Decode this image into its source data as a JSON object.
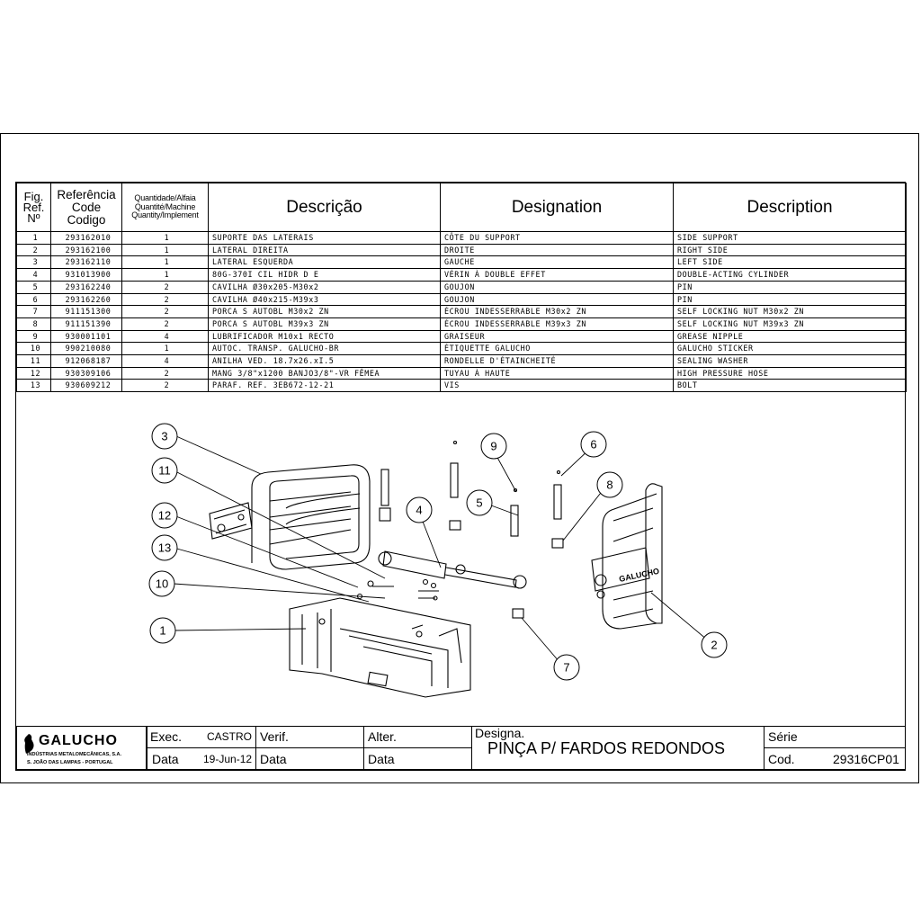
{
  "table": {
    "headers": {
      "fig": [
        "Fig.",
        "Ref.",
        "Nº"
      ],
      "ref": [
        "Referência",
        "Code",
        "Codigo"
      ],
      "qty": [
        "Quantidade/Alfaia",
        "Quantité/Machine",
        "Quantity/Implement"
      ],
      "descricao": "Descrição",
      "designation": "Designation",
      "description": "Description"
    },
    "rows": [
      {
        "fig": "1",
        "ref": "293162010",
        "qty": "1",
        "pt": "SUPORTE DAS LATERAIS",
        "fr": "CÔTE DU SUPPORT",
        "en": "SIDE SUPPORT"
      },
      {
        "fig": "2",
        "ref": "293162100",
        "qty": "1",
        "pt": "LATERAL DIREITA",
        "fr": "DROITE",
        "en": "RIGHT SIDE"
      },
      {
        "fig": "3",
        "ref": "293162110",
        "qty": "1",
        "pt": "LATERAL ESQUERDA",
        "fr": "GAUCHE",
        "en": "LEFT SIDE"
      },
      {
        "fig": "4",
        "ref": "931013900",
        "qty": "1",
        "pt": "80G-370I CIL HIDR D E",
        "fr": "VÉRIN À DOUBLE EFFET",
        "en": "DOUBLE-ACTING CYLINDER"
      },
      {
        "fig": "5",
        "ref": "293162240",
        "qty": "2",
        "pt": "CAVILHA Ø30x205-M30x2",
        "fr": "GOUJON",
        "en": "PIN"
      },
      {
        "fig": "6",
        "ref": "293162260",
        "qty": "2",
        "pt": "CAVILHA Ø40x215-M39x3",
        "fr": "GOUJON",
        "en": "PIN"
      },
      {
        "fig": "7",
        "ref": "911151300",
        "qty": "2",
        "pt": "PORCA S AUTOBL M30x2  ZN",
        "fr": "ÉCROU INDESSERRABLE M30x2 ZN",
        "en": "SELF LOCKING NUT M30x2 ZN"
      },
      {
        "fig": "8",
        "ref": "911151390",
        "qty": "2",
        "pt": "PORCA S AUTOBL M39x3  ZN",
        "fr": "ÉCROU INDESSERRABLE M39x3 ZN",
        "en": "SELF LOCKING NUT M39x3 ZN"
      },
      {
        "fig": "9",
        "ref": "930001101",
        "qty": "4",
        "pt": "LUBRIFICADOR M10x1 RECTO",
        "fr": "GRAISEUR",
        "en": "GREASE NIPPLE"
      },
      {
        "fig": "10",
        "ref": "990210080",
        "qty": "1",
        "pt": "AUTOC. TRANSP. GALUCHO-BR",
        "fr": "ÉTIQUETTE GALUCHO",
        "en": "GALUCHO STICKER"
      },
      {
        "fig": "11",
        "ref": "912068187",
        "qty": "4",
        "pt": "ANILHA VED. 18.7x26.xI.5",
        "fr": "RONDELLE D'ÉTAINCHEITÉ",
        "en": "SEALING WASHER"
      },
      {
        "fig": "12",
        "ref": "930309106",
        "qty": "2",
        "pt": "MANG 3/8\"x1200 BANJO3/8\"-VR FÊMEA",
        "fr": "TUYAU À HAUTE",
        "en": "HIGH PRESSURE HOSE"
      },
      {
        "fig": "13",
        "ref": "930609212",
        "qty": "2",
        "pt": "PARAF. REF. 3EB672-12-21",
        "fr": "VIS",
        "en": "BOLT"
      }
    ]
  },
  "callouts": [
    "1",
    "2",
    "3",
    "4",
    "5",
    "6",
    "7",
    "8",
    "9",
    "10",
    "11",
    "12",
    "13"
  ],
  "drawing": {
    "sticker_text": "GALUCHO"
  },
  "titleblock": {
    "logo_name": "GALUCHO",
    "logo_line1": "INDÚSTRIAS METALOMECÂNICAS, S.A.",
    "logo_line2": "S. JOÃO DAS LAMPAS - PORTUGAL",
    "exec_label": "Exec.",
    "exec_value": "CASTRO",
    "data_label": "Data",
    "data_value": "19-Jun-12",
    "verif_label": "Verif.",
    "verif_data_label": "Data",
    "alter_label": "Alter.",
    "alter_data_label": "Data",
    "designa_label": "Designa.",
    "designa_value": "PINÇA P/ FARDOS REDONDOS",
    "serie_label": "Série",
    "cod_label": "Cod.",
    "cod_value": "29316CP01"
  }
}
